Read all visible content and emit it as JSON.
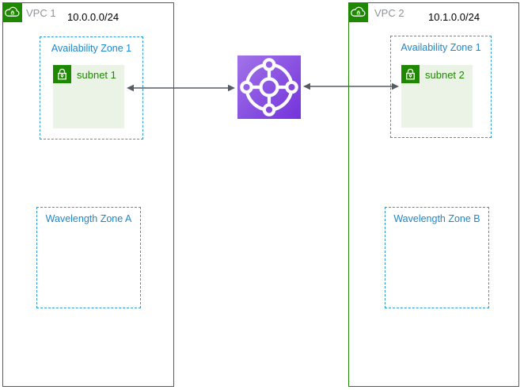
{
  "diagram": {
    "type": "aws-network-architecture",
    "vpcs": [
      {
        "label": "VPC 1",
        "cidr": "10.0.0.0/24",
        "availability_zone": "Availability Zone 1",
        "subnet": "subnet 1",
        "wavelength_zone": "Wavelength Zone A"
      },
      {
        "label": "VPC 2",
        "cidr": "10.1.0.0/24",
        "availability_zone": "Availability Zone 1",
        "subnet": "subnet 2",
        "wavelength_zone": "Wavelength Zone B"
      }
    ],
    "gateway": {
      "icon": "transit-gateway-icon"
    },
    "connections": [
      {
        "from": "subnet 1",
        "to": "transit gateway",
        "bidirectional": true
      },
      {
        "from": "transit gateway",
        "to": "subnet 2",
        "bidirectional": true
      }
    ],
    "colors": {
      "vpc_green": "#1E8900",
      "zone_border_blue": "#2E9AD8",
      "zone_text_blue": "#1D87C8",
      "subnet_fill": "#EBF3E7",
      "subnet_text_green": "#1E8900",
      "vpc_label_gray": "#8E949A",
      "arrow_gray": "#545B64",
      "tgw_gradient_start": "#A173E8",
      "tgw_gradient_end": "#7433DB"
    }
  }
}
